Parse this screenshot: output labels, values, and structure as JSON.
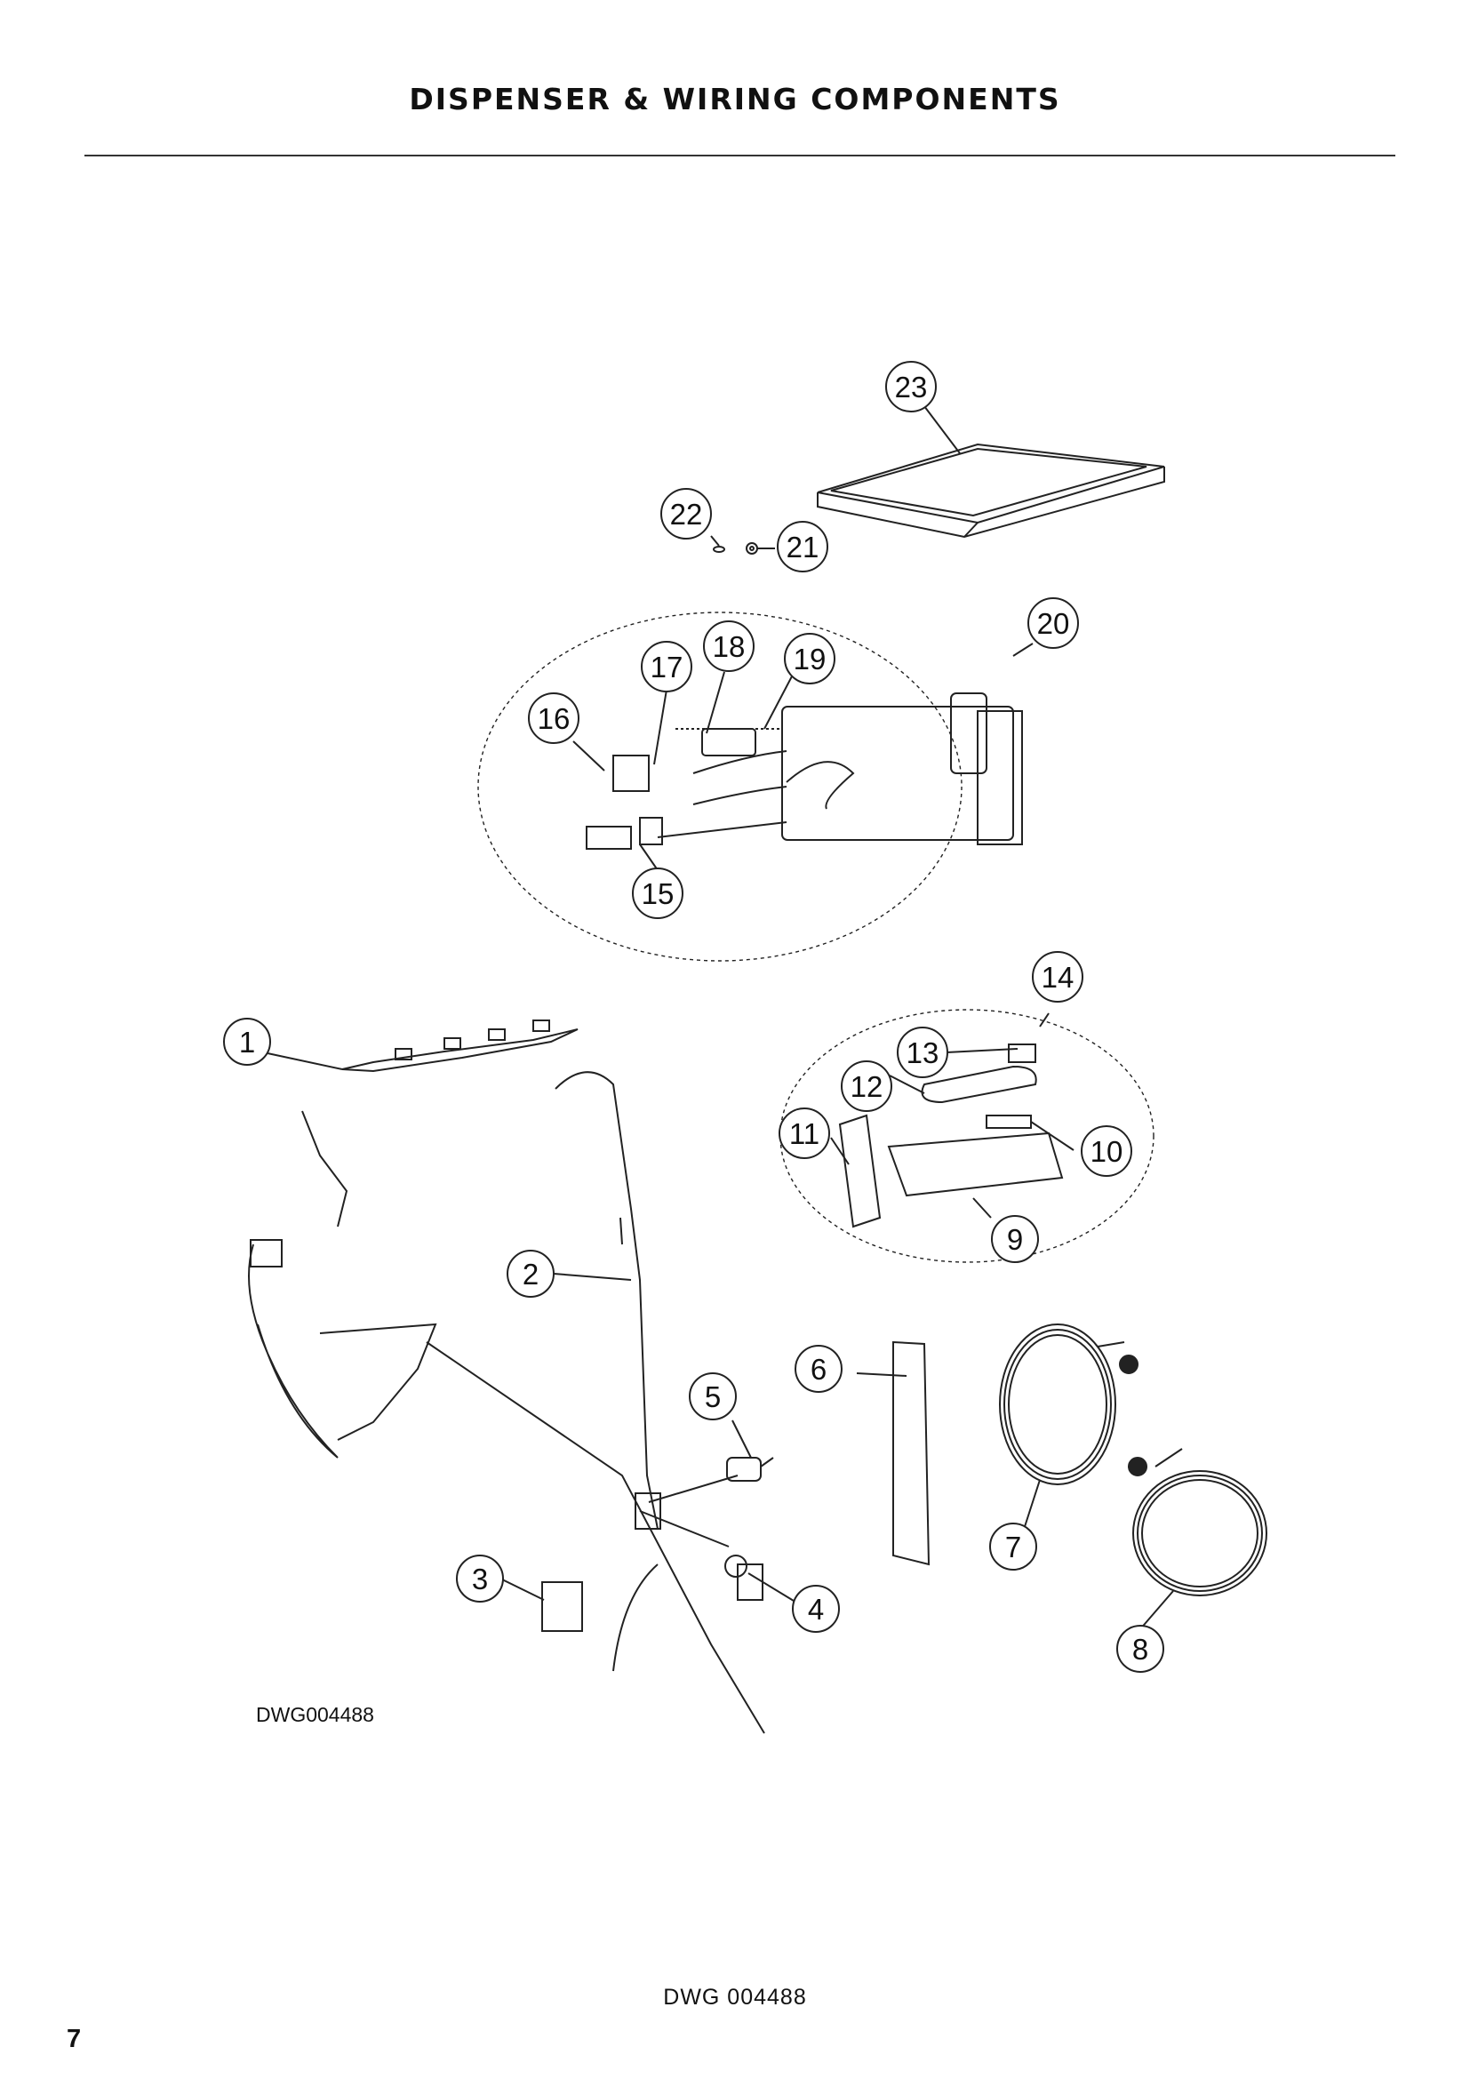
{
  "page": {
    "title": "DISPENSER & WIRING COMPONENTS",
    "drawing_id": "DWG004488",
    "footer_code": "DWG 004488",
    "page_number": "7"
  },
  "callouts": [
    "1",
    "2",
    "3",
    "4",
    "5",
    "6",
    "7",
    "8",
    "9",
    "10",
    "11",
    "12",
    "13",
    "14",
    "15",
    "16",
    "17",
    "18",
    "19",
    "20",
    "21",
    "22",
    "23"
  ]
}
